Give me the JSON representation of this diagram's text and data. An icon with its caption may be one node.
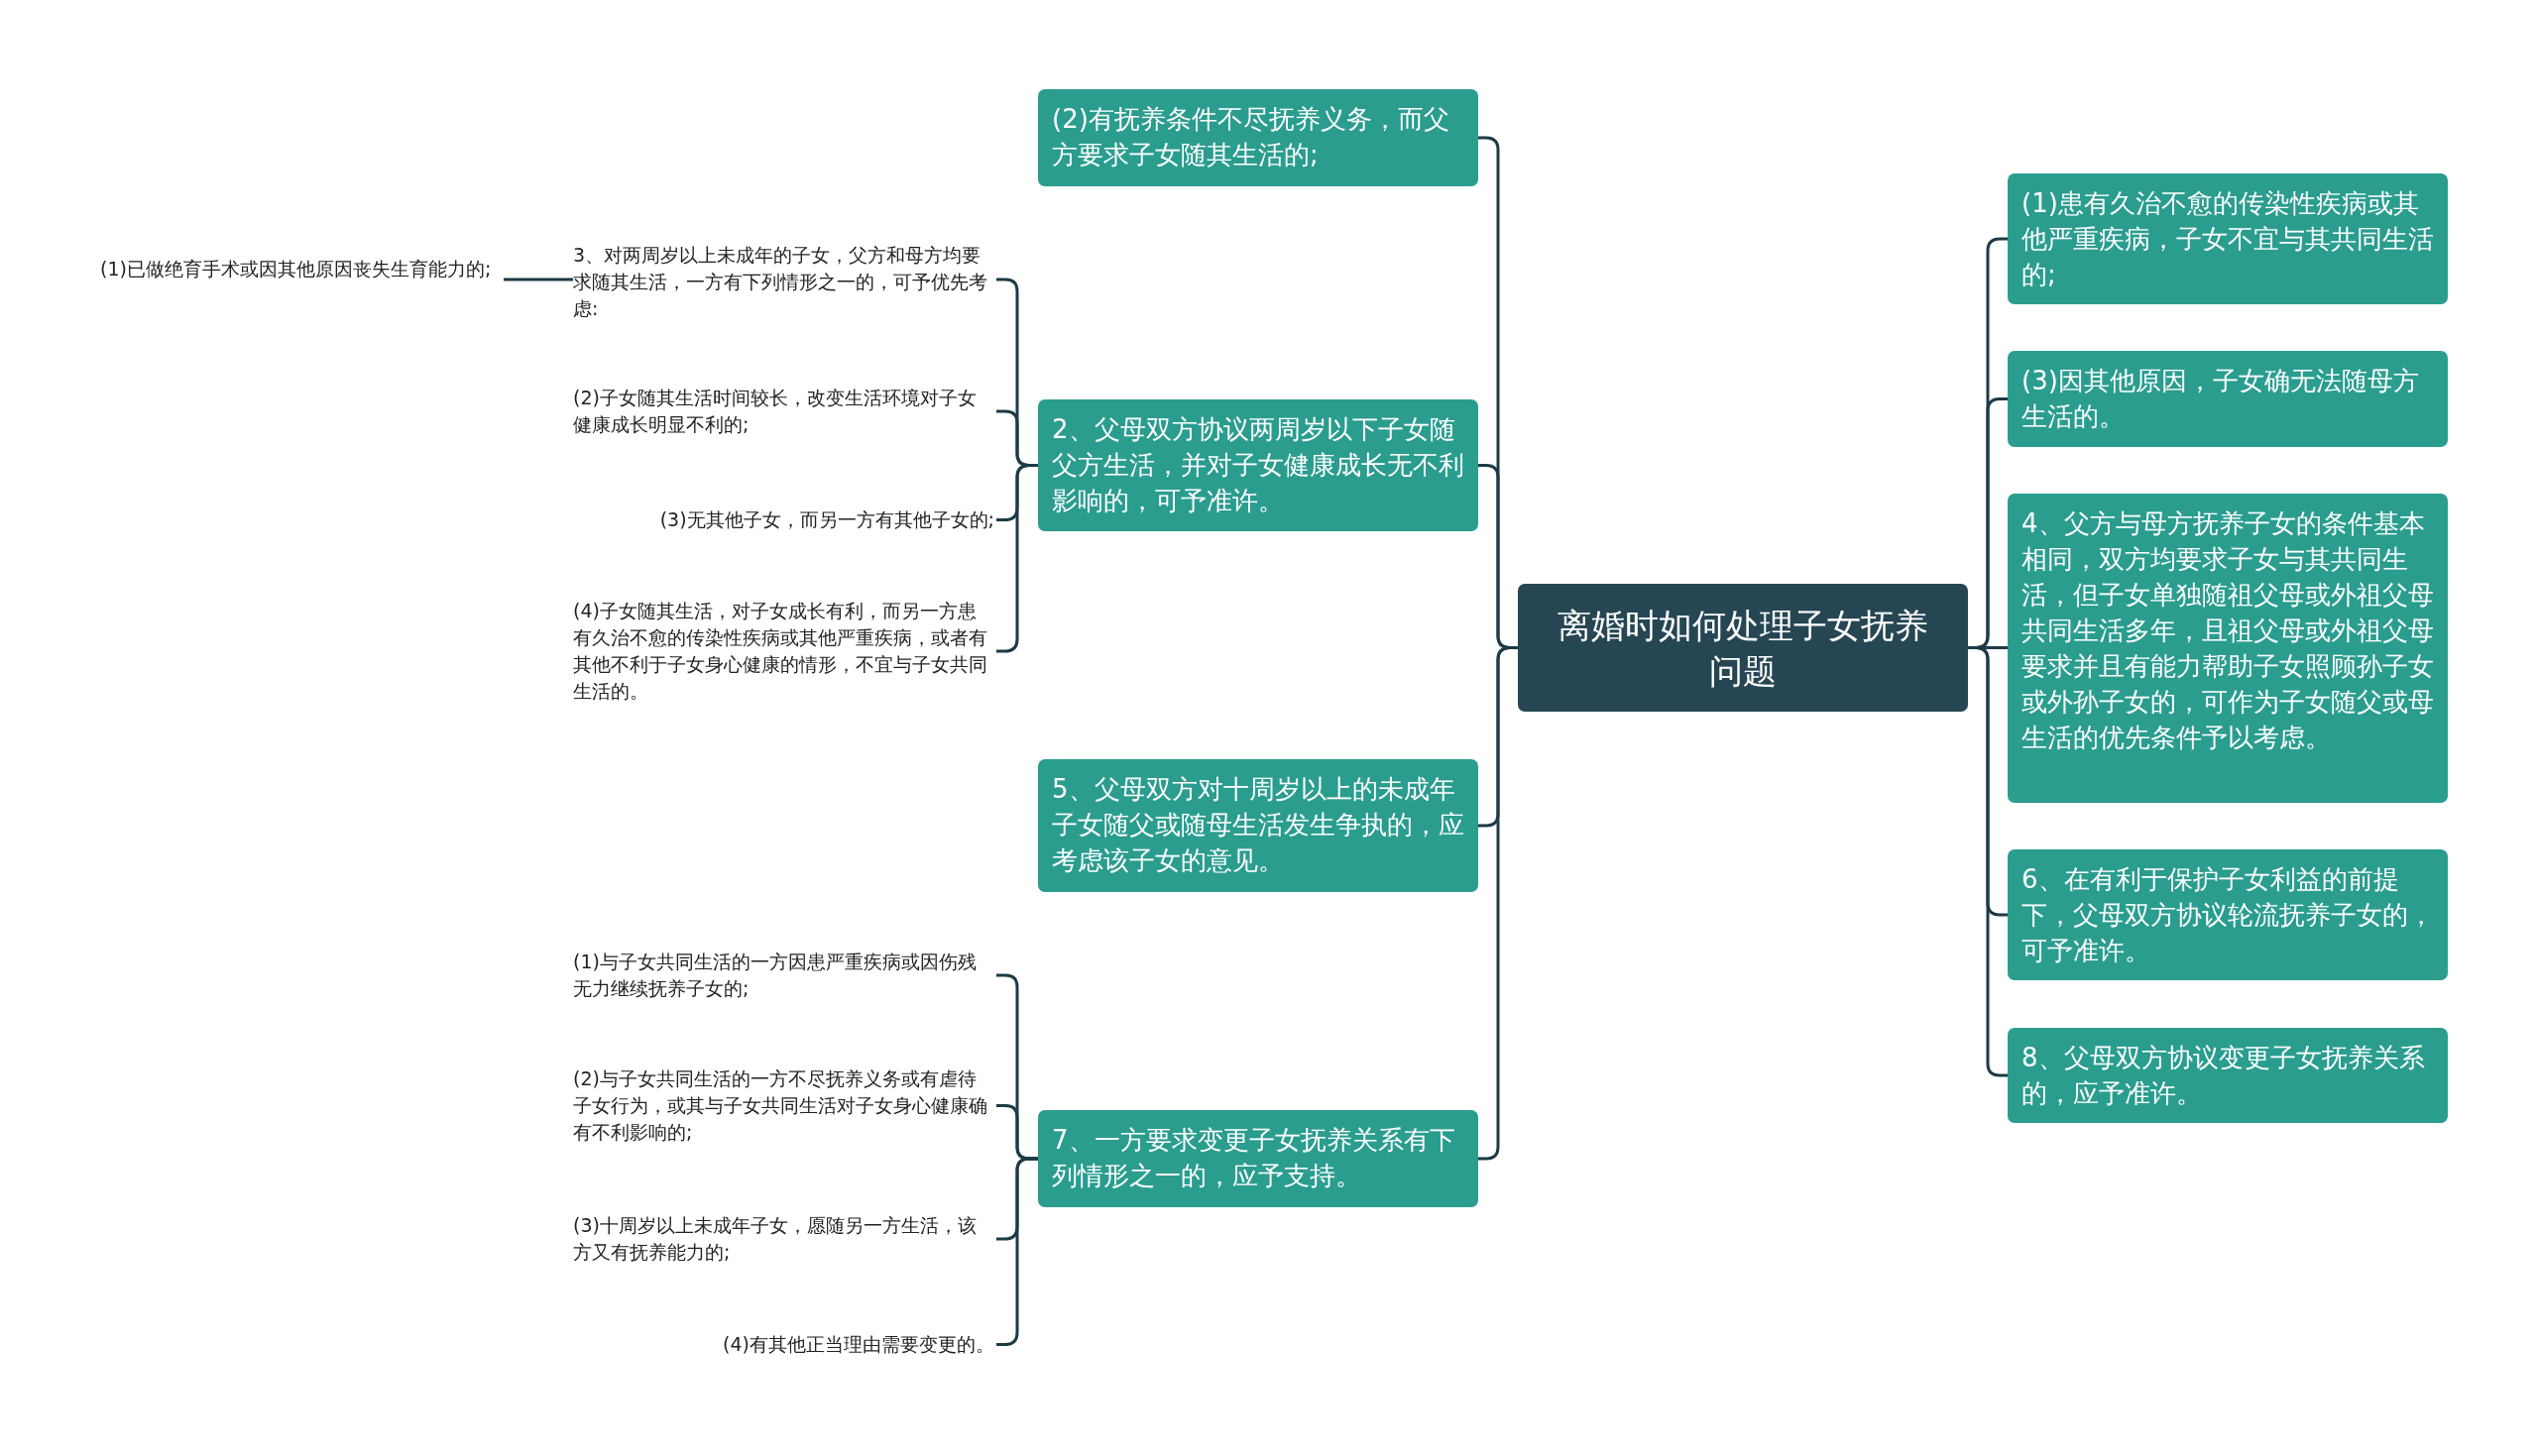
{
  "diagram": {
    "nodes": [
      {
        "text": [
          "离婚时如何处理子女抚养问题"
        ]
      },
      {
        "text": [
          "(1)患有久治不愈的传染性疾病或其他严重疾病，子女不宜与其共同生活的;"
        ]
      },
      {
        "text": [
          "(3)因其他原因，子女确无法随母方生活的。"
        ]
      },
      {
        "text": [
          "4、父方与母方抚养子女的条件基本相同，双方均要求子女与其共同生活，但子女单独随祖父母或外祖父母共同生活多年，且祖父母或外祖父母要求并且有能力帮助子女照顾孙子女或外孙子女的，可作为子女随父或母生活的优先条件予以考虑。"
        ]
      },
      {
        "text": [
          "6、在有利于保护子女利益的前提下，父母双方协议轮流抚养子女的，可予准许。"
        ]
      },
      {
        "text": [
          "8、父母双方协议变更子女抚养关系的，应予准许。"
        ]
      },
      {
        "text": [
          "(2)有抚养条件不尽抚养义务，而父方要求子女随其生活的;"
        ]
      },
      {
        "text": [
          "2、父母双方协议两周岁以下子女随父方生活，并对子女健康成长无不利影响的，可予准许。"
        ]
      },
      {
        "text": [
          "5、父母双方对十周岁以上的未成年子女随父或随母生活发生争执的，应考虑该子女的意见。"
        ]
      },
      {
        "text": [
          "7、一方要求变更子女抚养关系有下列情形之一的，应予支持。"
        ]
      },
      {
        "text": [
          "3、对两周岁以上未成年的子女，父方和母方均要求随其生活，一方有下列情形之一的，可予优先考虑:"
        ]
      },
      {
        "text": [
          "(2)子女随其生活时间较长，改变生活环境对子女健康成长明显不利的;"
        ]
      },
      {
        "text": [
          "(3)无其他子女，而另一方有其他子女的;"
        ]
      },
      {
        "text": [
          "(4)子女随其生活，对子女成长有利，而另一方患有久治不愈的传染性疾病或其他严重疾病，或者有其他不利于子女身心健康的情形，不宜与子女共同生活的。"
        ]
      },
      {
        "text": [
          "(1)已做绝育手术或因其他原因丧失生育能力的;"
        ]
      },
      {
        "text": [
          "(1)与子女共同生活的一方因患严重疾病或因伤残无力继续抚养子女的;"
        ]
      },
      {
        "text": [
          "(2)与子女共同生活的一方不尽抚养义务或有虐待子女行为，或其与子女共同生活对子女身心健康确有不利影响的;"
        ]
      },
      {
        "text": [
          "(3)十周岁以上未成年子女，愿随另一方生活，该方又有抚养能力的;"
        ]
      },
      {
        "text": [
          "(4)有其他正当理由需要变更的。"
        ]
      }
    ],
    "edges": [
      {
        "from": 0,
        "to": 1,
        "arrow": "none"
      },
      {
        "from": 0,
        "to": 2,
        "arrow": "none"
      },
      {
        "from": 0,
        "to": 3,
        "arrow": "none"
      },
      {
        "from": 0,
        "to": 4,
        "arrow": "none"
      },
      {
        "from": 0,
        "to": 5,
        "arrow": "none"
      },
      {
        "from": 0,
        "to": 6,
        "arrow": "none"
      },
      {
        "from": 0,
        "to": 7,
        "arrow": "none"
      },
      {
        "from": 0,
        "to": 8,
        "arrow": "none"
      },
      {
        "from": 0,
        "to": 9,
        "arrow": "none"
      },
      {
        "from": 7,
        "to": 10,
        "arrow": "none"
      },
      {
        "from": 7,
        "to": 11,
        "arrow": "none"
      },
      {
        "from": 7,
        "to": 12,
        "arrow": "none"
      },
      {
        "from": 7,
        "to": 13,
        "arrow": "none"
      },
      {
        "from": 10,
        "to": 14,
        "arrow": "none"
      },
      {
        "from": 9,
        "to": 15,
        "arrow": "none"
      },
      {
        "from": 9,
        "to": 16,
        "arrow": "none"
      },
      {
        "from": 9,
        "to": 17,
        "arrow": "none"
      },
      {
        "from": 9,
        "to": 18,
        "arrow": "none"
      }
    ]
  }
}
